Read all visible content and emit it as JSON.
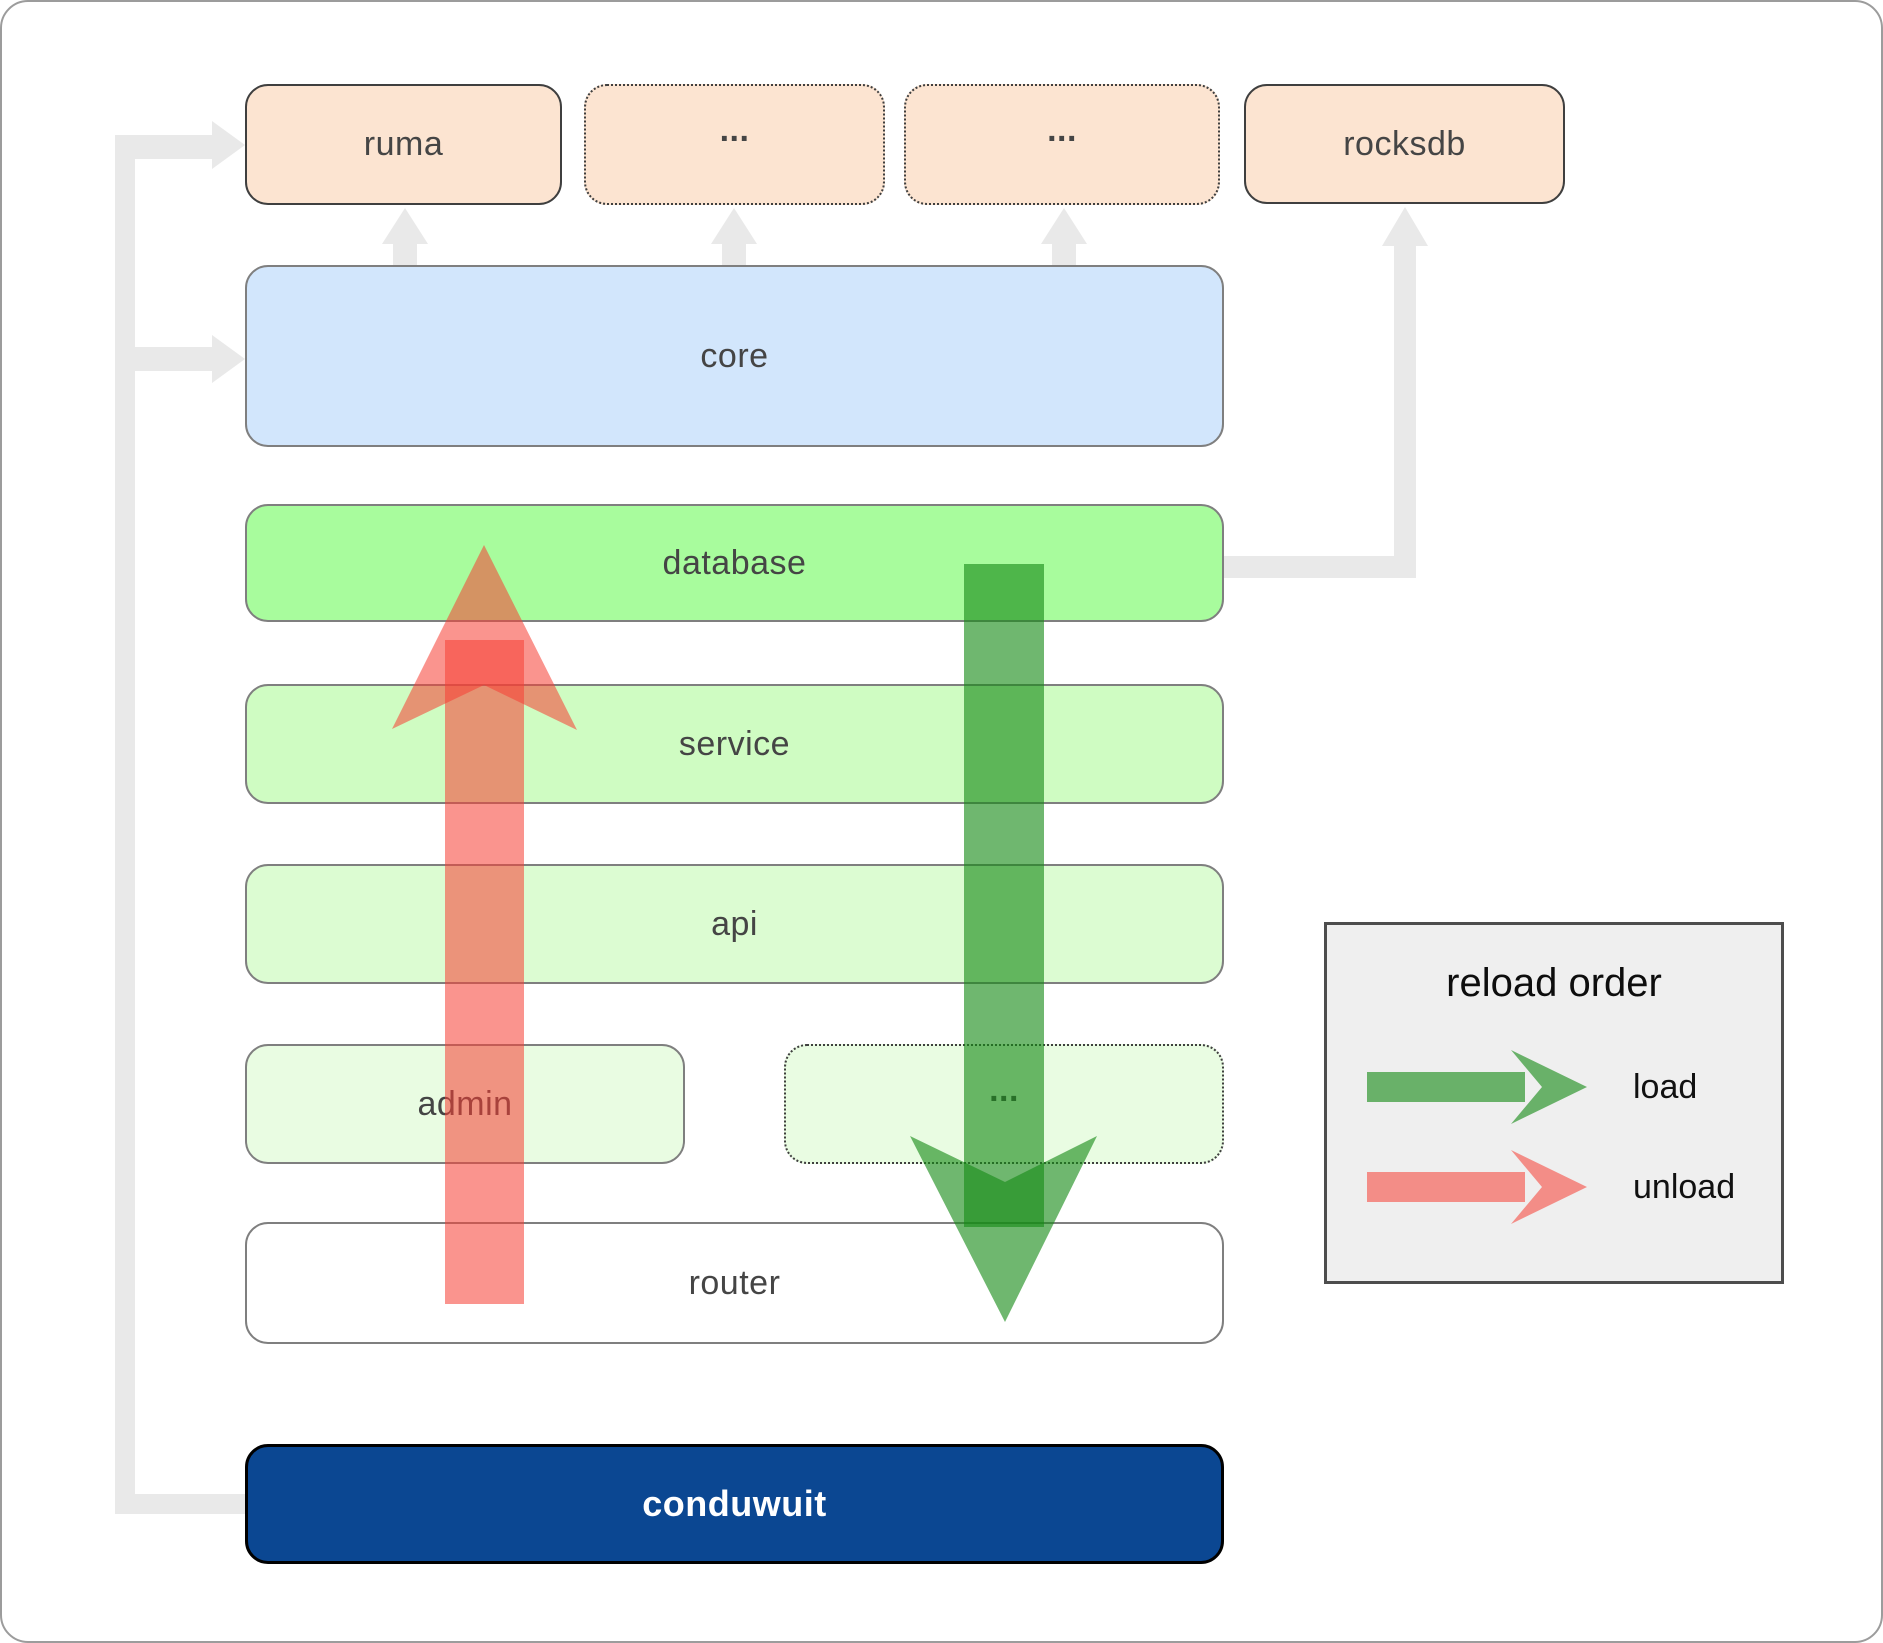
{
  "diagram": {
    "boxes": {
      "ruma": {
        "label": "ruma"
      },
      "ext1": {
        "label": "..."
      },
      "ext2": {
        "label": "..."
      },
      "rocksdb": {
        "label": "rocksdb"
      },
      "core": {
        "label": "core"
      },
      "database": {
        "label": "database"
      },
      "service": {
        "label": "service"
      },
      "api": {
        "label": "api"
      },
      "admin": {
        "label": "admin"
      },
      "ext3": {
        "label": "..."
      },
      "router": {
        "label": "router"
      },
      "conduwuit": {
        "label": "conduwuit"
      }
    },
    "arrows": {
      "load_direction": "database-to-router",
      "unload_direction": "router-to-database"
    }
  },
  "legend": {
    "title": "reload order",
    "items": [
      {
        "label": "load",
        "color": "#169016"
      },
      {
        "label": "unload",
        "color": "#f64036"
      }
    ]
  },
  "colors": {
    "external_box_fill": "#fce4d1",
    "core_fill": "#d2e6fc",
    "database_fill": "#a8fc9d",
    "service_fill": "#cffcc2",
    "api_fill": "#dcfcd2",
    "admin_fill": "#e9fce2",
    "router_fill": "#ffffff",
    "conduwuit_fill": "#0b4792",
    "load_arrow": "#169016",
    "unload_arrow": "#f64036",
    "connector_gray": "#e9e9e9",
    "legend_bg": "#efefef"
  }
}
